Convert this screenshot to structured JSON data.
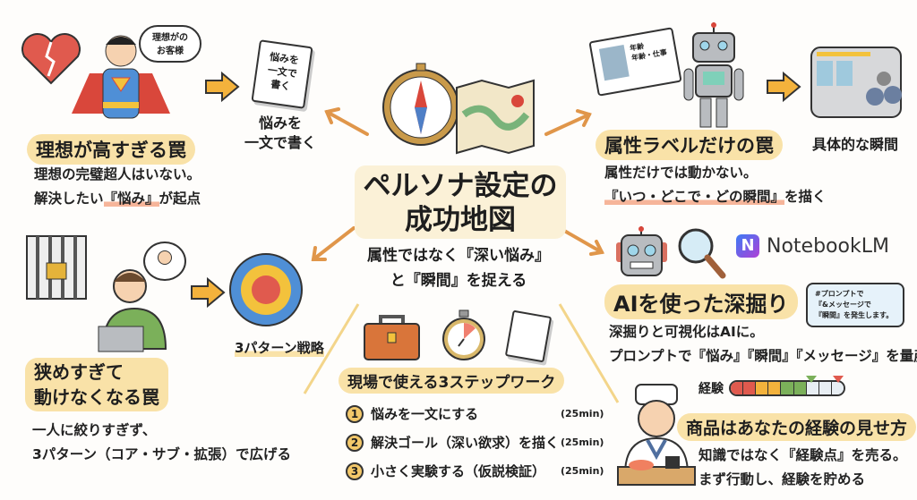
{
  "center": {
    "title_line1": "ペルソナ設定の",
    "title_line2": "成功地図",
    "subtitle_line1": "属性ではなく『深い悩み』",
    "subtitle_line2": "と『瞬間』を捉える"
  },
  "top_left": {
    "bubble_line1": "理想がの",
    "bubble_line2": "お客様",
    "notebook_line1": "悩みを",
    "notebook_line2": "一文で",
    "notebook_line3": "書く",
    "caption_line1": "悩みを",
    "caption_line2": "一文で書く",
    "title": "理想が高すぎる罠",
    "body_line1": "理想の完璧超人はいない。",
    "body_line2_pre": "解決したい",
    "body_line2_hl": "『悩み』",
    "body_line2_post": "が起点"
  },
  "top_right": {
    "card_line1": "年齢",
    "card_line2": "年齢・仕事",
    "caption": "具体的な瞬間",
    "title": "属性ラベルだけの罠",
    "body_line1": "属性だけでは動かない。",
    "body_line2_hl": "『いつ・どこで・どの瞬間』",
    "body_line2_post": "を描く"
  },
  "mid_right": {
    "logo_text": "NotebookLM",
    "logo_letter": "N",
    "title": "AIを使った深掘り",
    "bubble_line1": "#プロンプトで",
    "bubble_line2": "『&メッセージで",
    "bubble_line3": "『瞬間』を発生します。",
    "body_line1": "深掘りと可視化はAIに。",
    "body_line2": "プロンプトで『悩み』『瞬間』『メッセージ』を量産"
  },
  "mid_left": {
    "caption": "3パターン戦略",
    "title_line1": "狭めすぎて",
    "title_line2": "動けなくなる罠",
    "body_line1": "一人に絞りすぎず、",
    "body_line2": "3パターン（コア・サブ・拡張）で広げる"
  },
  "bottom_center": {
    "title": "現場で使える3ステップワーク",
    "steps": [
      {
        "num": "1",
        "label": "悩みを一文にする",
        "time": "(25min)"
      },
      {
        "num": "2",
        "label": "解決ゴール（深い欲求）を描く",
        "time": "(25min)"
      },
      {
        "num": "3",
        "label": "小さく実験する（仮説検証）",
        "time": "(25min)"
      }
    ]
  },
  "bottom_right": {
    "meter_label": "経験",
    "meter_filled": 7,
    "meter_total": 10,
    "title": "商品はあなたの経験の見せ方",
    "body_line1_pre": "知識ではなく",
    "body_line1_hl": "『経験点』",
    "body_line1_post": "を売る。",
    "body_line2": "まず行動し、経験を貯める"
  },
  "colors": {
    "accent": "#f3b23c",
    "pill": "#f9e2a8",
    "arrow": "#e0964a",
    "highlight": "#f6b59a"
  }
}
